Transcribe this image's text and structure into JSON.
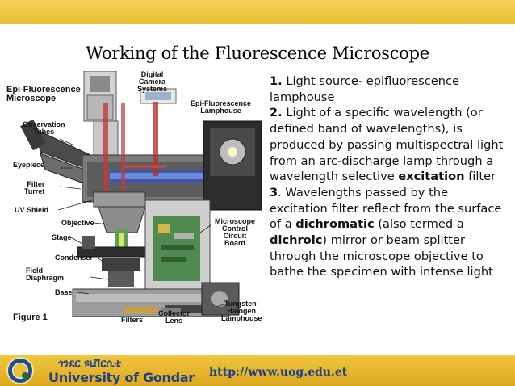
{
  "slide": {
    "title": "Working of the Fluorescence Microscope"
  },
  "figure": {
    "labels": {
      "epi_microscope": "Epi-Fluorescence\nMicroscope",
      "digital_camera": "Digital\nCamera\nSystems",
      "epi_lamphouse": "Epi-Fluorescence\nLamphouse",
      "observation_tubes": "Observation\nTubes",
      "eyepiece": "Eyepiece",
      "filter_turret": "Filter\nTurret",
      "uv_shield": "UV Shield",
      "objective": "Objective",
      "stage": "Stage",
      "condenser": "Condenser",
      "field_diaphragm": "Field\nDiaphragm",
      "base": "Base",
      "microscope_control": "Microscope\nControl\nCircuit\nBoard",
      "tungsten": "Tungsten-\nHalogen\nLamphouse",
      "collector_lens": "Collector\nLens",
      "filters": "Filters",
      "figure_caption": "Figure 1"
    }
  },
  "content": {
    "p1_num": "1.",
    "p1_text": " Light source- epifluorescence lamphouse",
    "p2_num": "2.",
    "p2_text": " Light of a specific wavelength (or defined band of wavelengths), is produced by passing multispectral light from an arc-discharge lamp through a wavelength selective ",
    "p2_bold": "excitation",
    "p2_tail": " filter",
    "p3_num": "3",
    "p3_text_a": ". Wavelengths passed by the excitation filter reflect from the surface of a ",
    "p3_bold_a": "dichromatic",
    "p3_text_b": " (also termed a ",
    "p3_bold_b": "dichroic",
    "p3_text_c": ") mirror or beam splitter through the microscope objective to bathe the specimen with intense light"
  },
  "footer": {
    "university_amharic": "ጎንደር ዩኒቨርሲቲ",
    "university_name": "University of Gondar",
    "url": "http://www.uog.edu.et"
  },
  "colors": {
    "accent": "#e9be34",
    "brand_blue": "#1b3f8e"
  }
}
